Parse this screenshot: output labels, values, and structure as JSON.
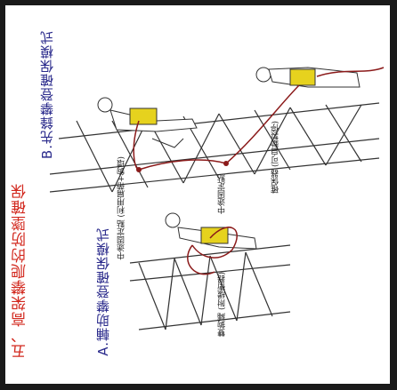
{
  "section_title": "五、高架攀爬的防墜確保",
  "mode_b_title": "B.先鋒攀登確保模式",
  "mode_a_title": "A.輔助攀登確保模式",
  "labels": {
    "midpoint_sling": [
      "中途固定點",
      "(利用扁帶+鉤環)"
    ],
    "midpoint": "中途固定點",
    "lanyard": [
      "雙鉤繩",
      "(附緩衝器)"
    ],
    "belay_device": [
      "確保器",
      "(可自動製停)"
    ]
  },
  "colors": {
    "title": "#d2281e",
    "mode_title": "#2b2b8c",
    "rope": "#8b1a1a",
    "harness": "#e6d21e",
    "frame": "#333333",
    "background": "#ffffff"
  }
}
